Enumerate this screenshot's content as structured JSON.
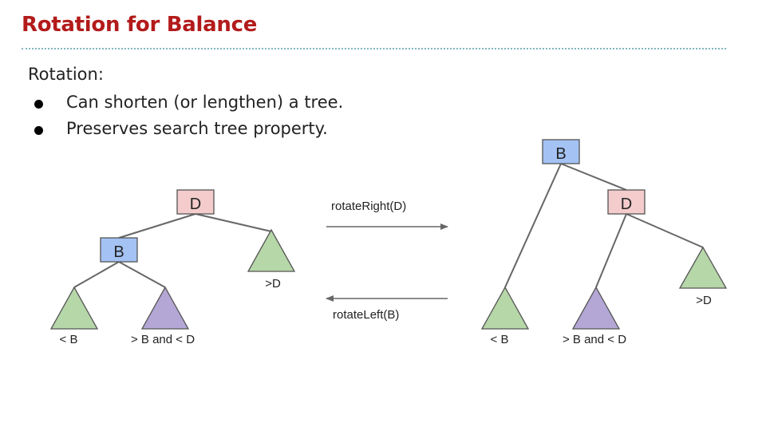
{
  "title": "Rotation for Balance",
  "lead": "Rotation:",
  "bullets": [
    "Can shorten (or lengthen) a tree.",
    "Preserves search tree property."
  ],
  "colors": {
    "title": "#b31b1b",
    "node_d_fill": "#f4cccc",
    "node_b_fill": "#a4c2f4",
    "green_subtree": "#b6d7a8",
    "purple_subtree": "#b4a7d6",
    "edge": "#666666"
  },
  "left_tree": {
    "root": "D",
    "left_child": "B",
    "subtree_lt_b": "< B",
    "subtree_between": "> B and < D",
    "subtree_gt_d": ">D"
  },
  "right_tree": {
    "root": "B",
    "right_child": "D",
    "subtree_lt_b": "< B",
    "subtree_between": "> B and < D",
    "subtree_gt_d": ">D"
  },
  "arrows": {
    "right_label": "rotateRight(D)",
    "left_label": "rotateLeft(B)"
  }
}
